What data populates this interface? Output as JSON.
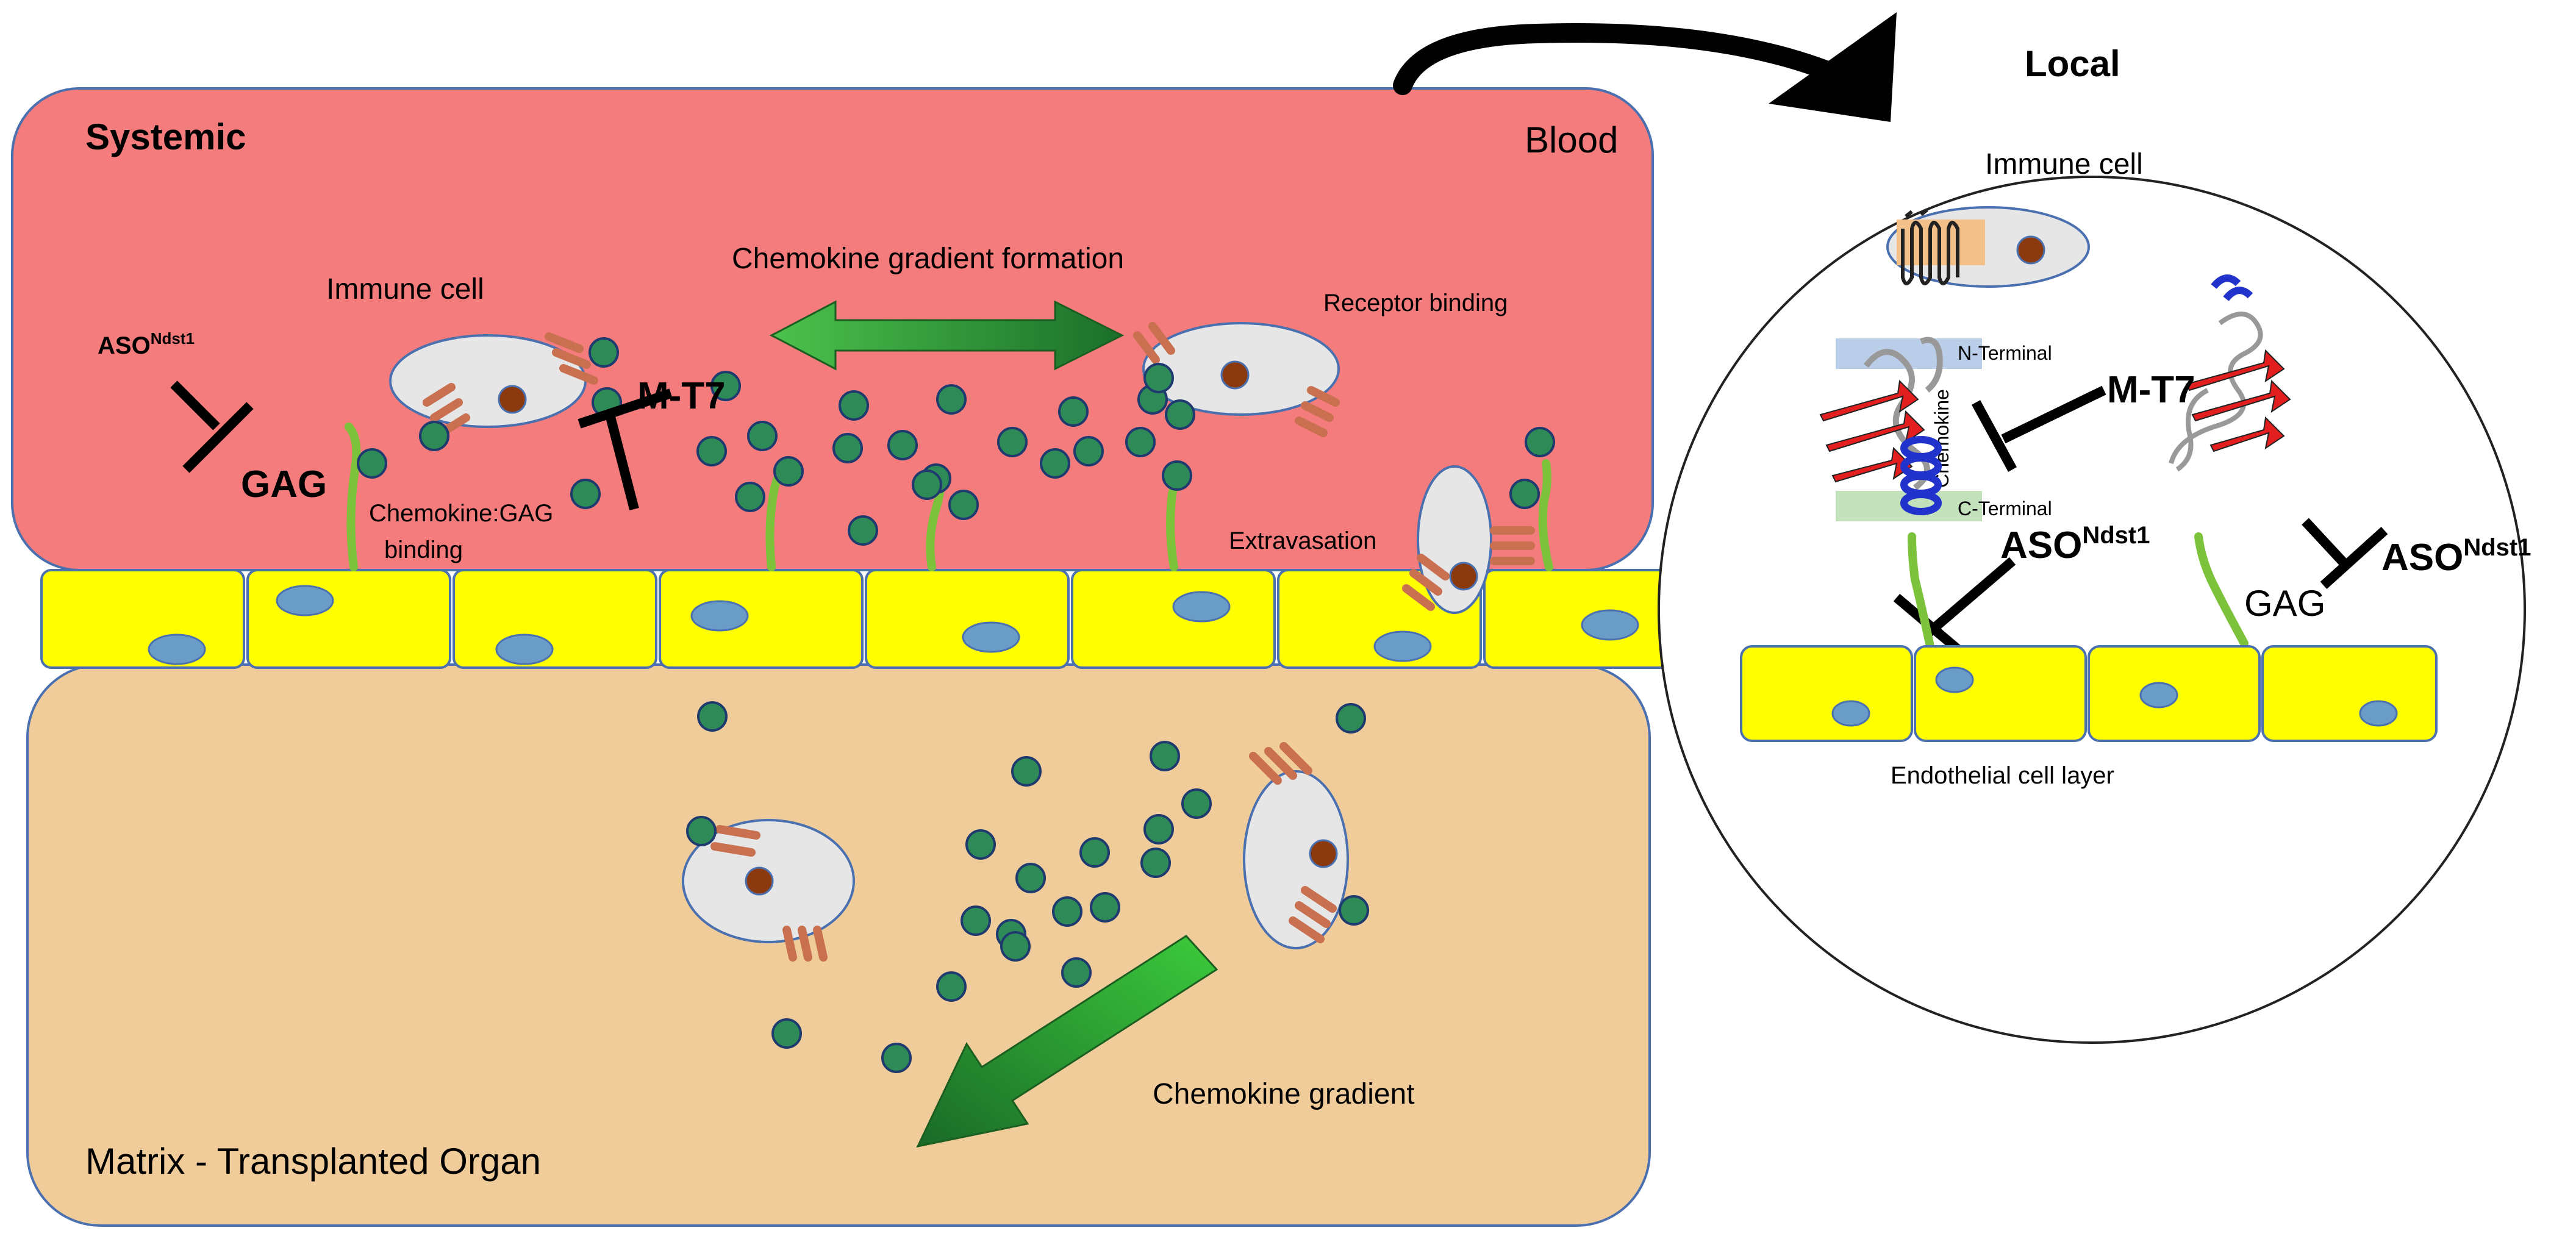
{
  "systemic": {
    "title": "Systemic",
    "blood": "Blood",
    "gradient_formation": "Chemokine gradient formation",
    "immune_cell": "Immune cell",
    "receptor_binding": "Receptor binding",
    "chemokine_gag_line1": "Chemokine:GAG",
    "chemokine_gag_line2": "binding",
    "extravasation": "Extravasation",
    "matrix": "Matrix - Transplanted Organ",
    "chemokine_gradient": "Chemokine gradient",
    "aso_base": "ASO",
    "aso_sup": "Ndst1",
    "gag": "GAG",
    "mt7": "M-T7"
  },
  "local": {
    "title": "Local",
    "immune_cell": "Immune cell",
    "n_terminal": "N-Terminal",
    "c_terminal": "C-Terminal",
    "chemokine": "Chemokine",
    "mt7": "M-T7",
    "aso_base": "ASO",
    "aso_sup": "Ndst1",
    "gag": "GAG",
    "endothelial": "Endothelial cell layer"
  },
  "colors": {
    "blood": "#f57c7c",
    "matrix": "#f0cc9a",
    "endothelium": "#ffff00",
    "chemokine": "#2e8b57",
    "gag_chain": "#7cc23a",
    "receptor": "#c87050",
    "cell_body": "#e6e6e6",
    "nucleus": "#8b3a10",
    "endo_nucleus": "#6a9cc8"
  }
}
